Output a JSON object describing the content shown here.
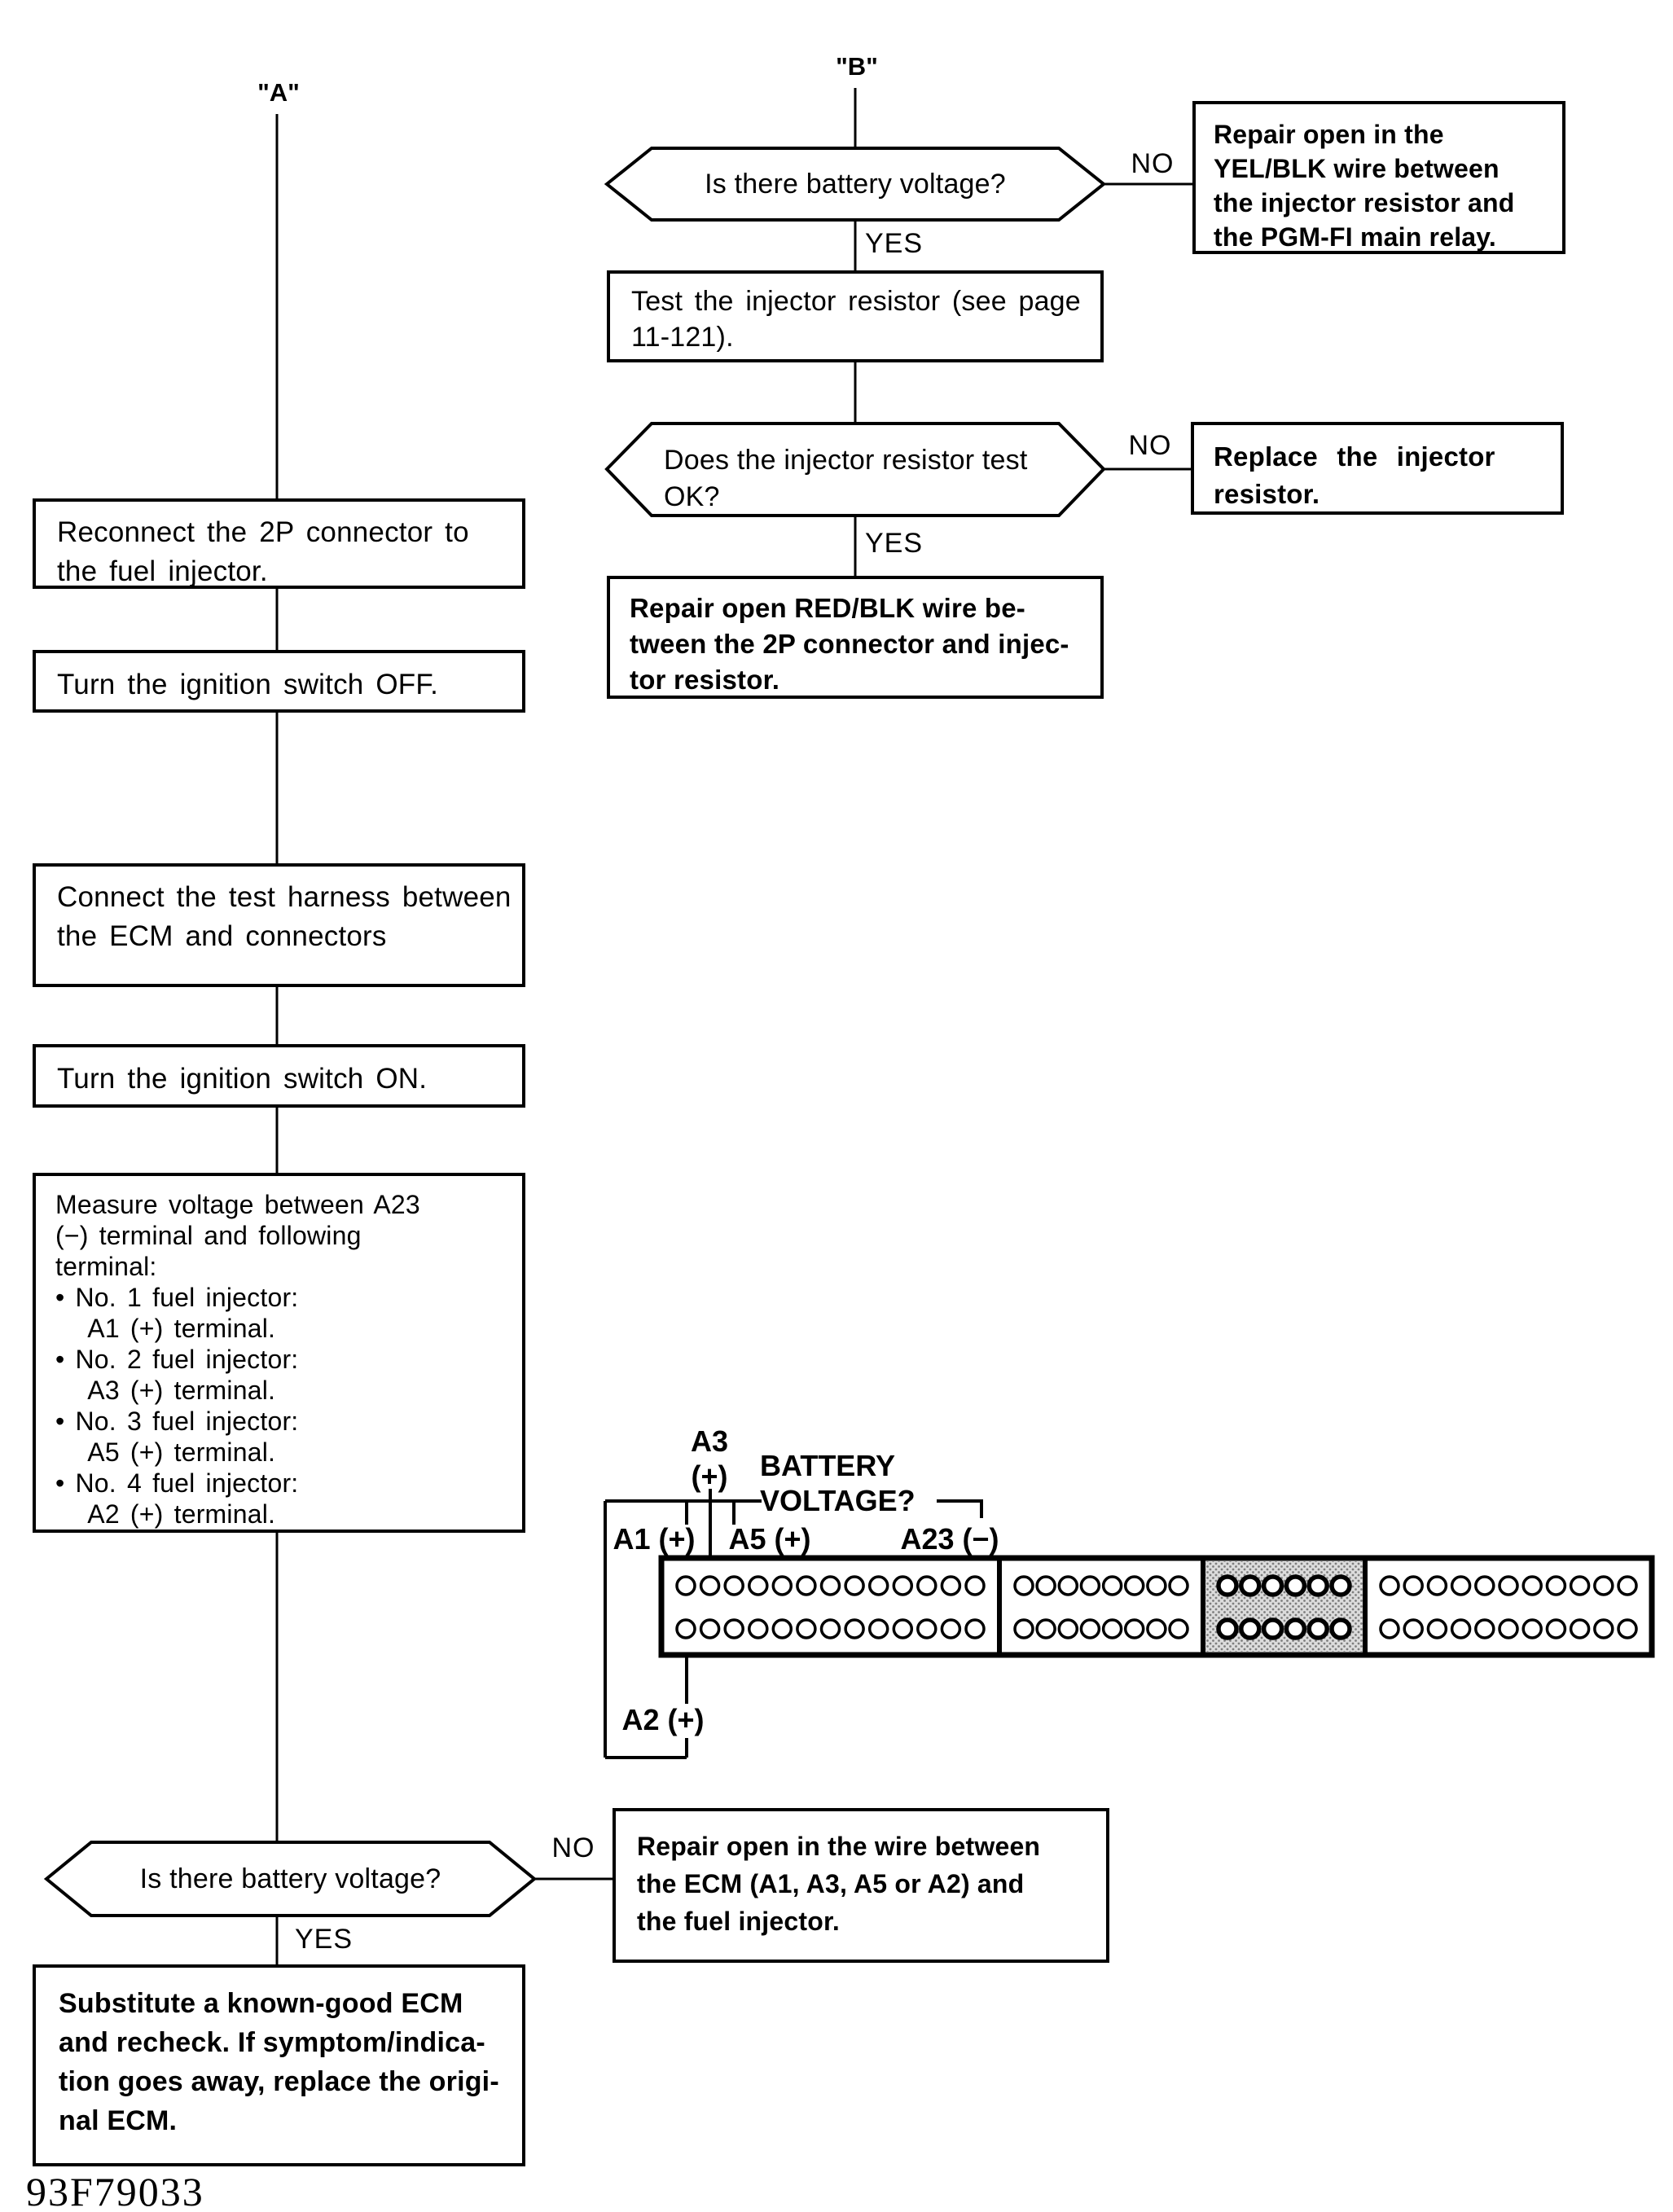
{
  "page": {
    "ref_a": "\"A\"",
    "ref_b": "\"B\"",
    "code": "93F79033"
  },
  "branch_b": {
    "q_battery": "Is there battery voltage?",
    "no1": "NO",
    "yes1": "YES",
    "box_repair_yelblk": "Repair open in the\nYEL/BLK wire between\nthe injector resistor and\nthe PGM-FI main relay.",
    "box_test_resistor": "Test the injector resistor (see page\n11-121).",
    "q_resistor_ok": "Does the injector resistor test\nOK?",
    "no2": "NO",
    "yes2": "YES",
    "box_replace_resistor": "Replace the injector\nresistor.",
    "box_repair_redblk": "Repair open RED/BLK wire be-\ntween the 2P connector and injec-\ntor resistor."
  },
  "branch_a": {
    "box_reconnect": "Reconnect the 2P connector to\nthe fuel injector.",
    "box_ignition_off": "Turn the ignition switch OFF.",
    "box_harness": "Connect the test harness between\nthe ECM and connectors",
    "box_ignition_on": "Turn the ignition switch ON.",
    "box_measure": "Measure voltage between A23\n(−) terminal and following\nterminal:\n• No. 1 fuel injector:\n   A1 (+) terminal.\n• No. 2 fuel injector:\n   A3 (+) terminal.\n• No. 3 fuel injector:\n   A5 (+) terminal.\n• No. 4 fuel injector:\n   A2 (+) terminal.",
    "q_battery": "Is there battery voltage?",
    "no3": "NO",
    "yes3": "YES",
    "box_repair_wire": "Repair open in the wire between\nthe ECM (A1, A3, A5 or A2) and\nthe fuel injector.",
    "box_substitute_ecm": "Substitute a known-good ECM\nand recheck. If symptom/indica-\ntion goes away, replace the origi-\nnal ECM."
  },
  "connector": {
    "label_a3": "A3\n(+)",
    "label_battery": "BATTERY\nVOLTAGE?",
    "label_a1": "A1 (+)",
    "label_a5": "A5 (+)",
    "label_a23": "A23 (−)",
    "label_a2": "A2 (+)",
    "rows_y": [
      1947,
      2000
    ],
    "pin_radius": 11,
    "sections": [
      {
        "pins_per_row": 13,
        "rows": 2,
        "shaded": false
      },
      {
        "pins_per_row": 8,
        "rows": 2,
        "shaded": false
      },
      {
        "pins_per_row": 6,
        "rows": 2,
        "shaded": true
      },
      {
        "pins_per_row": 11,
        "rows": 2,
        "shaded": false
      }
    ]
  }
}
